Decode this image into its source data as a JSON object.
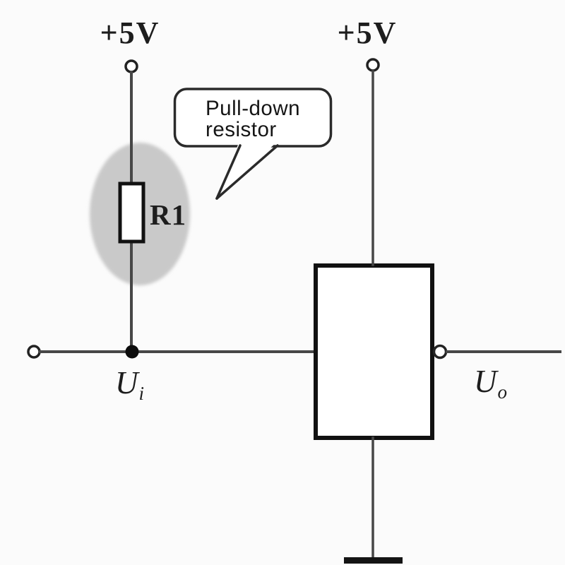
{
  "diagram": {
    "type": "circuit-schematic",
    "description": "Pull-down resistor on the input of a +5V logic gate",
    "colors": {
      "background": "#fbfbfb",
      "wire": "#474747",
      "component": "#111111",
      "highlight": "#c9c9c9",
      "text": "#1d1d1d"
    },
    "supplies": {
      "left": "+5V",
      "right": "+5V"
    },
    "resistor": {
      "label": "R1"
    },
    "callout": {
      "line1": "Pull-down",
      "line2": "resistor"
    },
    "input": {
      "base": "U",
      "sub": "i"
    },
    "output": {
      "base": "U",
      "sub": "o"
    }
  }
}
